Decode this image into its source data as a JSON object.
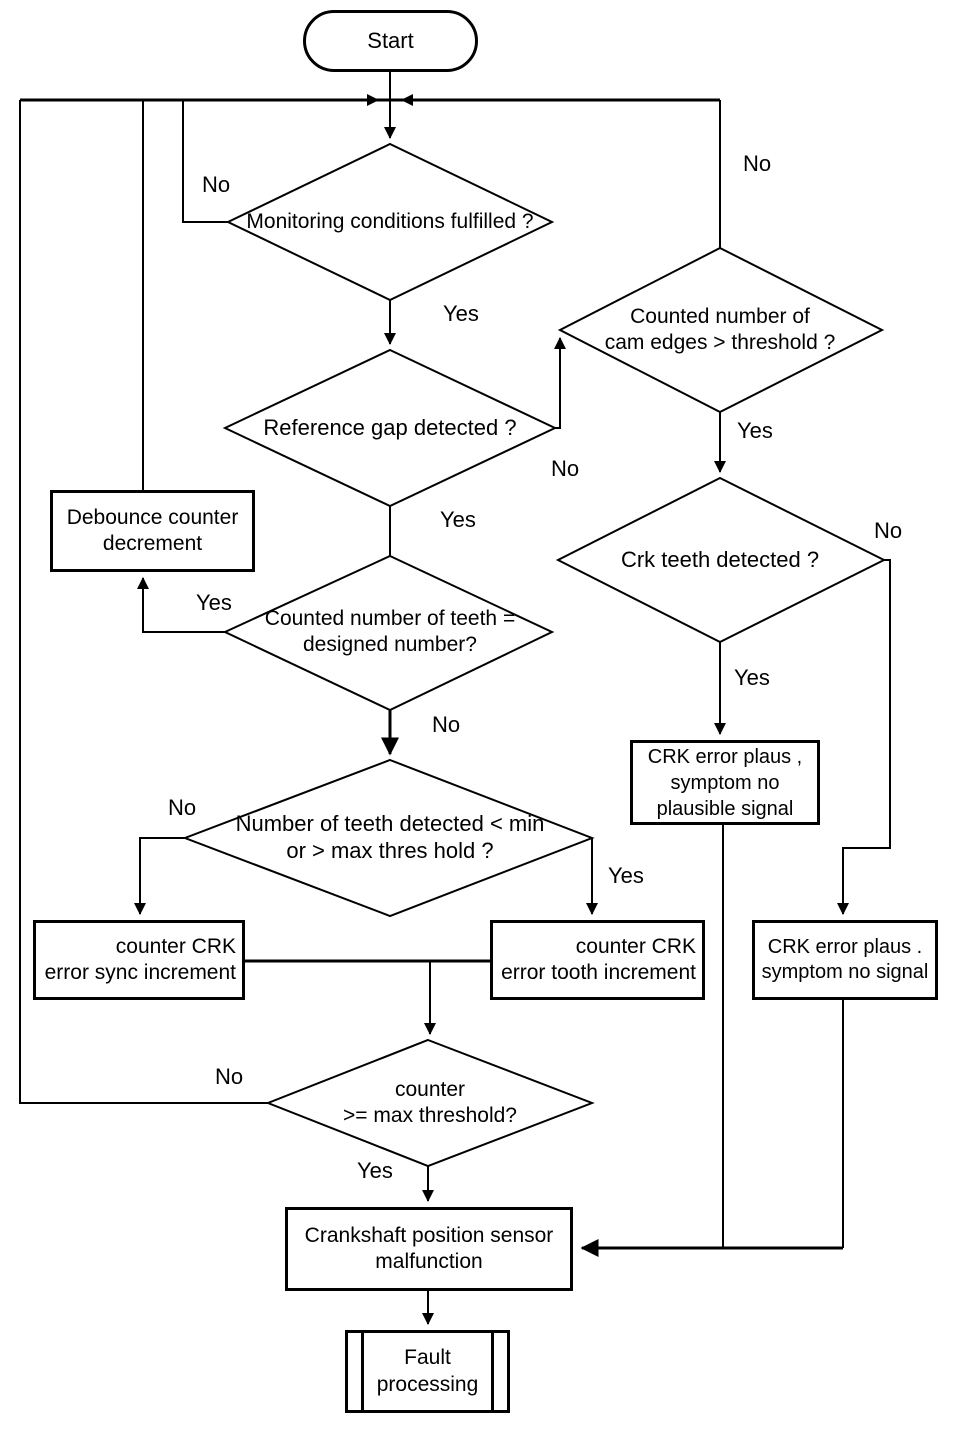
{
  "figure": {
    "background_color": "#ffffff",
    "line_color": "#000000",
    "description": "Crankshaft position sensor malfunction monitoring flowchart"
  },
  "nodes": {
    "start": {
      "type": "terminator",
      "label": "Start"
    },
    "monitoring": {
      "type": "decision",
      "label": "Monitoring conditions fulfilled ?"
    },
    "reference_gap": {
      "type": "decision",
      "label": "Reference gap detected ?"
    },
    "debounce": {
      "type": "process",
      "label": "Debounce counter\ndecrement"
    },
    "teeth_equal": {
      "type": "decision",
      "label": "Counted number of teeth =\ndesigned number?"
    },
    "teeth_minmax": {
      "type": "decision",
      "label": "Number of teeth detected < min\nor > max thres hold ?"
    },
    "sync_increment": {
      "type": "process",
      "label": "counter CRK\nerror sync increment"
    },
    "tooth_increment": {
      "type": "process",
      "label": "counter CRK\nerror tooth increment"
    },
    "counter_threshold": {
      "type": "decision",
      "label": "counter\n>= max threshold?"
    },
    "malfunction": {
      "type": "process",
      "label": "Crankshaft position sensor\nmalfunction"
    },
    "fault_processing": {
      "type": "predefined-process",
      "label": "Fault\nprocessing"
    },
    "cam_edges": {
      "type": "decision",
      "label": "Counted number of\ncam edges > threshold ?"
    },
    "crk_teeth": {
      "type": "decision",
      "label": "Crk teeth detected ?"
    },
    "error_no_plausible": {
      "type": "process",
      "label": "CRK error plaus ,\nsymptom no\nplausible signal"
    },
    "error_no_signal": {
      "type": "process",
      "label": "CRK error plaus .\nsymptom no signal"
    }
  },
  "edge_labels": {
    "monitoring_no": "No",
    "monitoring_yes": "Yes",
    "cam_edges_no": "No",
    "cam_edges_yes": "Yes",
    "reference_gap_no": "No",
    "reference_gap_yes": "Yes",
    "teeth_equal_yes": "Yes",
    "teeth_equal_no": "No",
    "crk_teeth_no": "No",
    "crk_teeth_yes": "Yes",
    "teeth_minmax_no": "No",
    "teeth_minmax_yes": "Yes",
    "counter_no": "No",
    "counter_yes": "Yes"
  }
}
